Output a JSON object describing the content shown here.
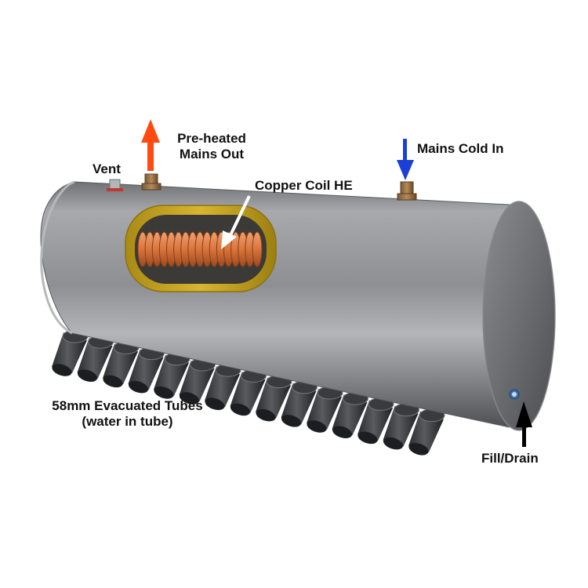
{
  "labels": {
    "preheated_line1": "Pre-heated",
    "preheated_line2": "Mains Out",
    "mains_cold_in": "Mains Cold In",
    "vent": "Vent",
    "copper_coil": "Copper Coil HE",
    "tubes_line1": "58mm Evacuated Tubes",
    "tubes_line2": "(water in tube)",
    "fill_drain": "Fill/Drain"
  },
  "colors": {
    "hot_arrow": "#ff4a12",
    "cold_arrow": "#1c3fd8",
    "pointer_arrow": "#000000",
    "tank_body": "#8f9094",
    "coil": "#d9743c",
    "insulation": "#c8a422"
  },
  "tube_count": 15
}
